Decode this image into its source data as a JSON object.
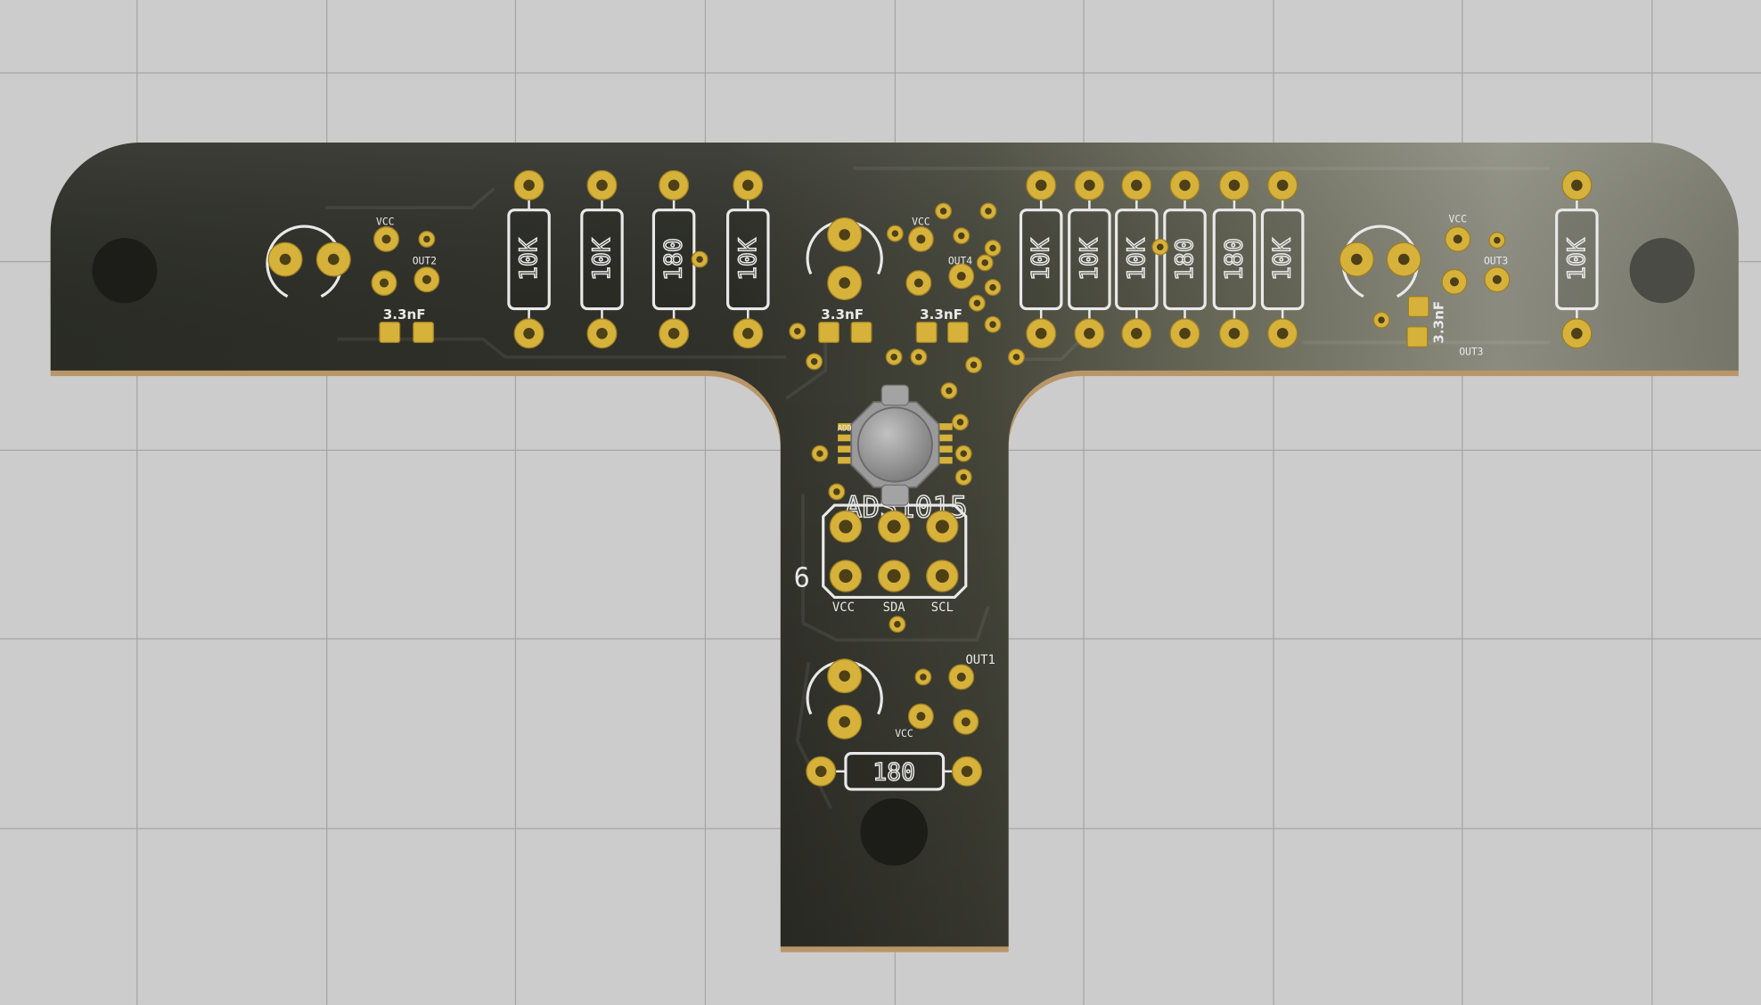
{
  "viewer": {
    "background_color": "#cccccc",
    "grid_color": "#a6a6a6"
  },
  "board": {
    "edge_color": "#b89668",
    "copper_pad_color": "#d6b23b",
    "silkscreen_color": "#e9e9e9",
    "mounting_hole_color": "#1c1d19"
  },
  "resistors": [
    {
      "value": "10K"
    },
    {
      "value": "10K"
    },
    {
      "value": "180"
    },
    {
      "value": "10K"
    },
    {
      "value": "10K"
    },
    {
      "value": "10K"
    },
    {
      "value": "10K"
    },
    {
      "value": "180"
    },
    {
      "value": "180"
    },
    {
      "value": "10K"
    },
    {
      "value": "10K"
    },
    {
      "value": "180"
    }
  ],
  "silkscreen": {
    "vcc_left": "VCC",
    "out2": "OUT2",
    "cap_left": "3.3nF",
    "cap_center_left": "3.3nF",
    "vcc_center": "VCC",
    "out4": "OUT4",
    "cap_center_right": "3.3nF",
    "vcc_right": "VCC",
    "out3": "OUT3",
    "cap_right": "3.3nF",
    "out3_lower": "OUT3",
    "out1": "OUT1",
    "vcc_bottom": "VCC",
    "conn_vcc": "VCC",
    "conn_sda": "SDA",
    "conn_scl": "SCL",
    "conn_pin": "6",
    "chip_label": "ADS1015",
    "chip_pin_label": "ADD"
  }
}
